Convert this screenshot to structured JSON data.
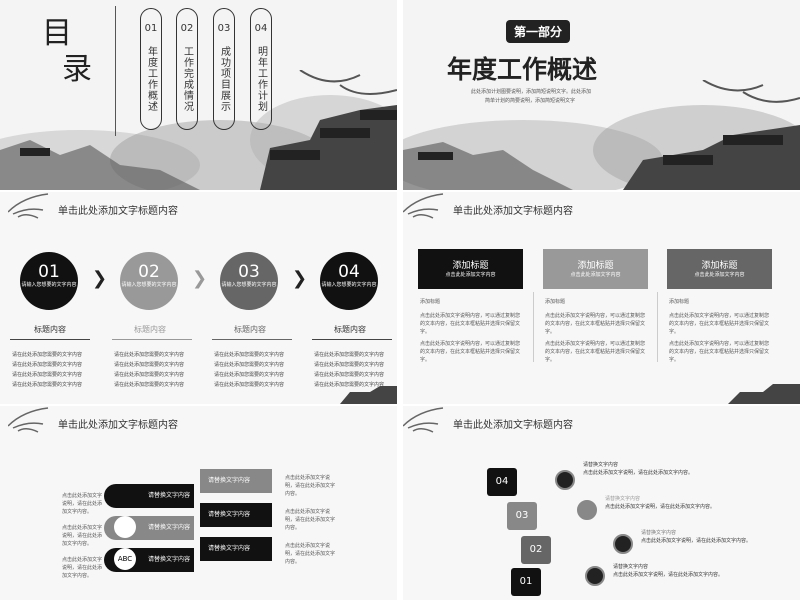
{
  "slide1": {
    "title_1": "目",
    "title_2": "录",
    "items": [
      {
        "num": "01",
        "label": "年度工作概述"
      },
      {
        "num": "02",
        "label": "工作完成情况"
      },
      {
        "num": "03",
        "label": "成功项目展示"
      },
      {
        "num": "04",
        "label": "明年工作计划"
      }
    ]
  },
  "slide2": {
    "badge": "第一部分",
    "title": "年度工作概述",
    "sub_1": "此处添加计划图要说明，添加简短说明文字。此处添加",
    "sub_2": "简单计划的简要说明，添加简短说明文字"
  },
  "slide3": {
    "header": "单击此处添加文字标题内容",
    "steps": [
      {
        "num": "01",
        "text": "请输入您想要的文字内容",
        "label": "标题内容"
      },
      {
        "num": "02",
        "text": "请输入您想要的文字内容",
        "label": "标题内容"
      },
      {
        "num": "03",
        "text": "请输入您想要的文字内容",
        "label": "标题内容"
      },
      {
        "num": "04",
        "text": "请输入您想要的文字内容",
        "label": "标题内容"
      }
    ],
    "bullet": "请在此处添加您需要的文字内容"
  },
  "slide4": {
    "header": "单击此处添加文字标题内容",
    "cols": [
      {
        "title": "添加标题",
        "sub": "点击此处添加文字内容"
      },
      {
        "title": "添加标题",
        "sub": "点击此处添加文字内容"
      },
      {
        "title": "添加标题",
        "sub": "点击此处添加文字内容"
      }
    ],
    "col_head": "添加标题",
    "para": "点击此处添加文字说明内容，可以通过复制您的文本内容，在此文本框粘贴并选择只保留文字。"
  },
  "slide5": {
    "header": "单击此处添加文字标题内容",
    "ribbon": "请替换文字内容",
    "note": "点击此处添加文字说明，请在此处添加文字内容。"
  },
  "slide6": {
    "header": "单击此处添加文字标题内容",
    "steps": [
      {
        "num": "04"
      },
      {
        "num": "03"
      },
      {
        "num": "02"
      },
      {
        "num": "01"
      }
    ],
    "item_title": "请替换文字内容",
    "item_text": "点击此处添加文字说明，请在此处添加文字内容。"
  }
}
